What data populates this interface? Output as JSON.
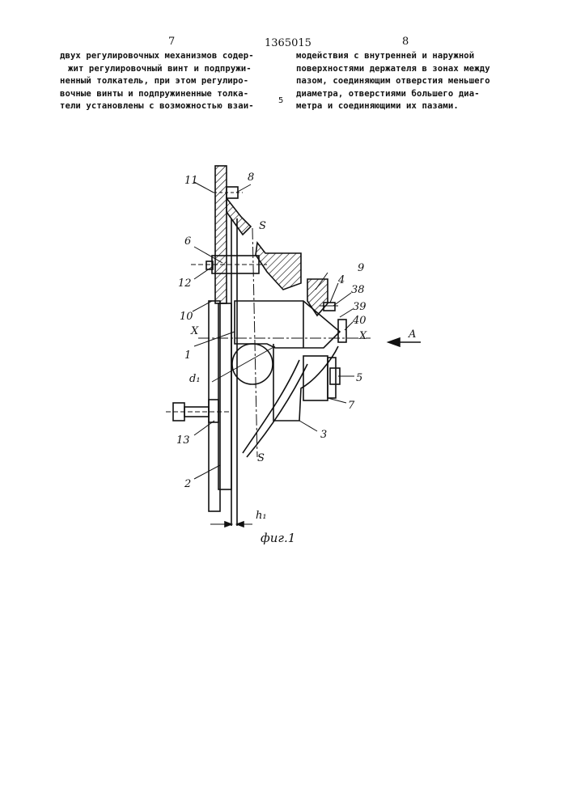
{
  "header": {
    "left_page_number": "7",
    "patent_number": "1365015",
    "right_page_number": "8"
  },
  "text": {
    "left_column": [
      "двух регулировочных механизмов содер-",
      "жит регулировочный винт и подпружи-",
      "ненный толкатель, при этом регулиро-",
      "вочные винты и подпружиненные толка-",
      "тели установлены с возможностью взаи-"
    ],
    "right_column": [
      "модействия с внутренней и наружной",
      "поверхностями держателя в зонах между",
      "пазом, соединяющим отверстия меньшего",
      "диаметра, отверстиями большего диа-",
      "метра и соединяющими их пазами."
    ],
    "margin_line_number": "5"
  },
  "figure": {
    "caption": "фиг.1",
    "labels": {
      "l1": "1",
      "l2": "2",
      "l3": "3",
      "l4": "4",
      "l5": "5",
      "l6": "6",
      "l7": "7",
      "l8": "8",
      "l9": "9",
      "l10": "10",
      "l11": "11",
      "l12": "12",
      "l13": "13",
      "l38": "38",
      "l39": "39",
      "l40": "40",
      "s_top": "S",
      "s_bottom": "S",
      "x_left": "X",
      "x_right": "X",
      "arrow": "A",
      "d1": "d₁",
      "h1": "h₁"
    }
  }
}
